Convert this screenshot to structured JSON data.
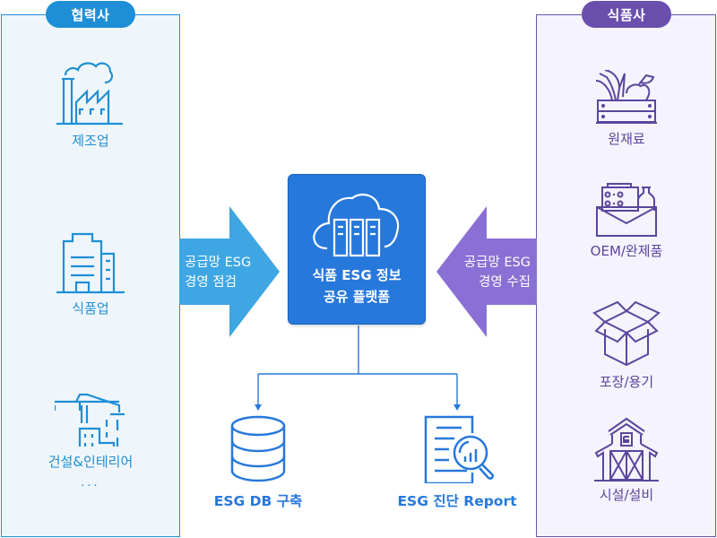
{
  "colors": {
    "partner_accent": "#1e8fd6",
    "partner_bg": "#eff6fb",
    "partner_arrow": "#3ea6e3",
    "food_accent": "#6a4fad",
    "food_bg": "#f5f3fd",
    "food_arrow": "#8a6fd4",
    "platform": "#2778db"
  },
  "left_panel": {
    "title": "협력사",
    "items": [
      {
        "label": "제조업",
        "icon": "factory-icon"
      },
      {
        "label": "식품업",
        "icon": "buildings-icon"
      },
      {
        "label": "건설&인테리어",
        "icon": "crane-construction-icon"
      }
    ],
    "more": "..."
  },
  "right_panel": {
    "title": "식품사",
    "items": [
      {
        "label": "원재료",
        "icon": "produce-crate-icon"
      },
      {
        "label": "OEM/완제품",
        "icon": "product-package-icon"
      },
      {
        "label": "포장/용기",
        "icon": "open-box-icon"
      },
      {
        "label": "시설/설비",
        "icon": "barn-icon"
      }
    ]
  },
  "left_arrow": {
    "line1": "공급망 ESG",
    "line2": "경영 점검"
  },
  "right_arrow": {
    "line1": "공급망 ESG",
    "line2": "경영 수집"
  },
  "platform": {
    "line1": "식품 ESG 정보",
    "line2": "공유 플랫폼",
    "icon": "cloud-server-icon"
  },
  "outputs": [
    {
      "label": "ESG DB 구축",
      "icon": "database-icon"
    },
    {
      "label": "ESG 진단 Report",
      "icon": "report-analysis-icon"
    }
  ]
}
